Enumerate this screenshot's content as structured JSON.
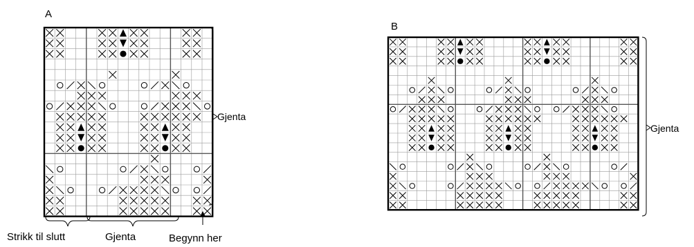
{
  "chart_a": {
    "label": "A",
    "repeat_label": "Gjenta",
    "bottom_labels": {
      "strikk_til_slutt": "Strikk til slutt",
      "gjenta": "Gjenta",
      "begynn_her": "Begynn her"
    },
    "rows": [
      "XX   XX^XX   XX",
      "XX   XXvXX   XX",
      "XX   XX*XX   XX",
      "               ",
      "      X     X  ",
      " o/X\\o   o/X\\o  ",
      "   XXX      XXX ",
      "o/XXX\\o  o/XXX\\o",
      " XXXXX   XXXXXX",
      " XX^XX   XX^XX ",
      " XXvXX   XXvXX ",
      " XX*XX   XX*XX ",
      "          X    ",
      "\\o     o/X\\o  o/",
      "X        XXX   X",
      "X\\o  o/XXXX\\o o/X",
      "XX     XXXXX  XX",
      "XX     XXXXX  XX"
    ]
  },
  "chart_b": {
    "label": "B",
    "repeat_label": "Gjenta",
    "rows": [
      "XX   XX^XX    XX^XX     XX",
      "XX   XXvXX    XXvXX     XX",
      "XX   XX*XX    XX*XX     XX",
      "                          ",
      "    X       X        X    ",
      "  o/X\\o   o/X\\o    o/X\\o  ",
      "   XXX      XXX     XXX   ",
      "o/XXX\\o  o/XXX\\o o/XXX\\o ",
      "  XXXXX   XXXXXX   XXXXXX ",
      "  XX^XX   XX^XX    XX^XX  ",
      "  XXvXX   XXvXX    XXvXX  ",
      "  XX*XX   XX*XX    XX*XX  ",
      "        X       X         ",
      "\\o    o/X\\o   o/X\\o    o/",
      "X       XXX     XXX      X",
      "X\\o   o/XXXX\\o o/XXXX\\o o/X",
      "XX     XXXXX   XXXXX    XX",
      "XX     XXXXX   XXXXX    XX"
    ]
  }
}
